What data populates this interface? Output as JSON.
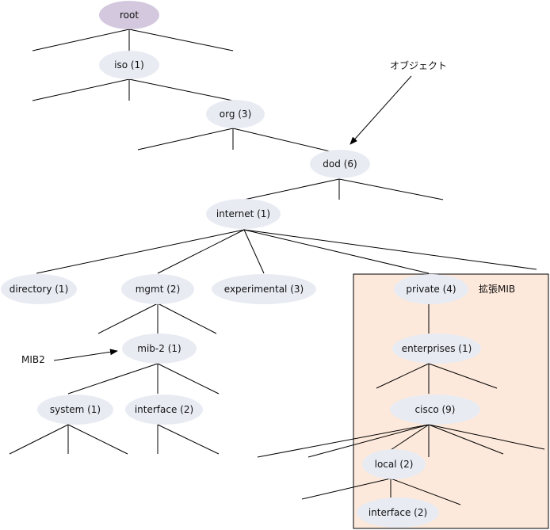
{
  "nodes": {
    "root": "root",
    "iso": "iso (1)",
    "org": "org (3)",
    "dod": "dod (6)",
    "internet": "internet (1)",
    "directory": "directory (1)",
    "mgmt": "mgmt (2)",
    "experimental": "experimental (3)",
    "private": "private (4)",
    "mib2": "mib-2 (1)",
    "enterprises": "enterprises (1)",
    "system": "system (1)",
    "interface_mib2": "interface (2)",
    "cisco": "cisco (9)",
    "local": "local (2)",
    "interface_local": "interface (2)"
  },
  "annotations": {
    "object": "オブジェクト",
    "mib2": "MIB2",
    "extension_mib": "拡張MIB"
  },
  "colors": {
    "node_fill": "#e9ebf3",
    "root_fill": "#d3c8dd",
    "extension_box_fill": "#fde9db"
  }
}
